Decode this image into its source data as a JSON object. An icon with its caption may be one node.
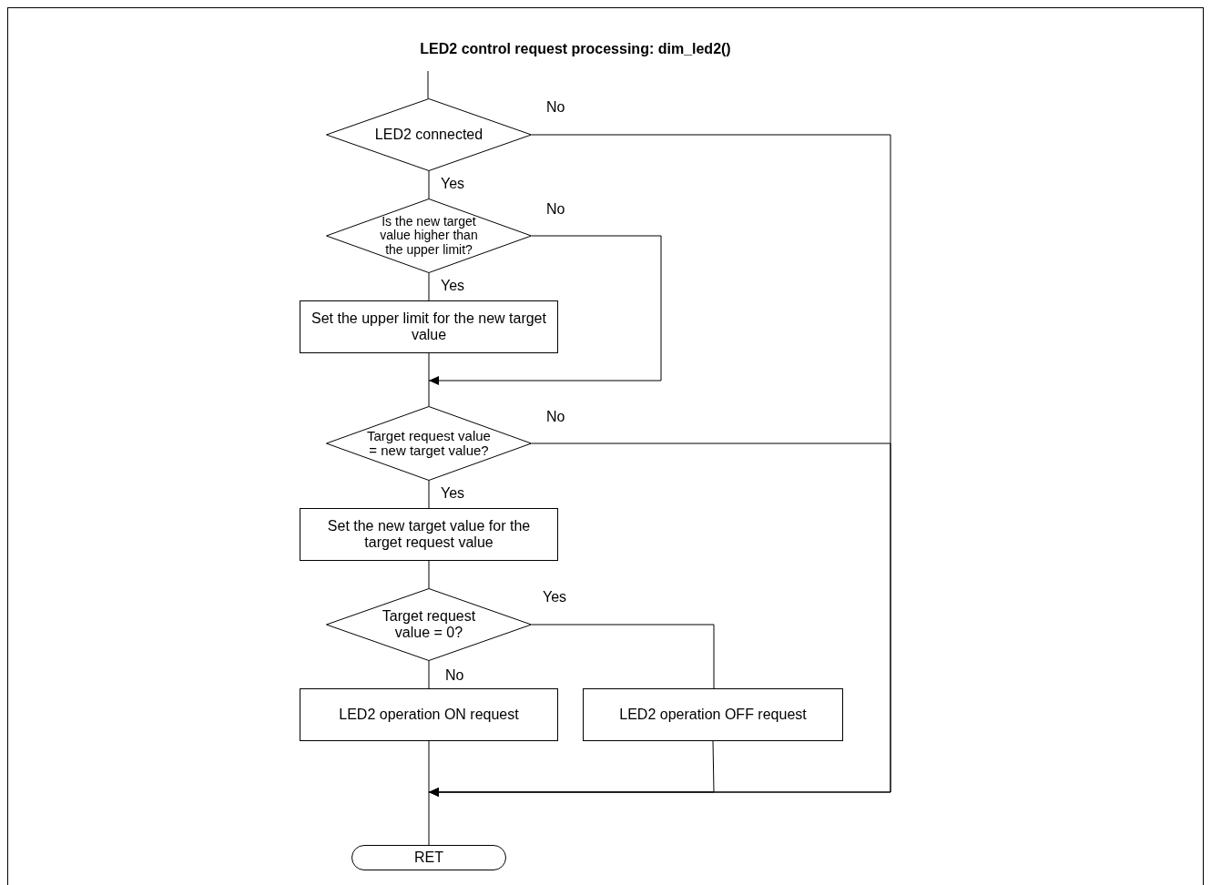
{
  "diagram": {
    "title": "LED2 control request processing: dim_led2()",
    "nodes": [
      {
        "text": [
          "LED2 connected"
        ]
      },
      {
        "text": [
          "Is the new target value higher than the upper limit?"
        ]
      },
      {
        "text": [
          "Set the upper limit for the new target value"
        ]
      },
      {
        "text": [
          "Target request value = new target value?"
        ]
      },
      {
        "text": [
          "Set the new target value for the target request value"
        ]
      },
      {
        "text": [
          "Target request value = 0?"
        ]
      },
      {
        "text": [
          "LED2 operation ON request"
        ]
      },
      {
        "text": [
          "LED2 operation OFF request"
        ]
      },
      {
        "text": [
          "RET"
        ]
      }
    ],
    "edges": [
      {
        "from": null,
        "to": 0,
        "arrow": "none"
      },
      {
        "from": 0,
        "to": 1,
        "arrow": "none",
        "label": "Yes"
      },
      {
        "from": 0,
        "to": 8,
        "arrow": "to",
        "label": "No"
      },
      {
        "from": 1,
        "to": 2,
        "arrow": "none",
        "label": "Yes"
      },
      {
        "from": 1,
        "to": 3,
        "arrow": "to",
        "label": "No"
      },
      {
        "from": 2,
        "to": 3,
        "arrow": "none"
      },
      {
        "from": 3,
        "to": 4,
        "arrow": "none",
        "label": "Yes"
      },
      {
        "from": 3,
        "to": 8,
        "arrow": "to",
        "label": "No"
      },
      {
        "from": 4,
        "to": 5,
        "arrow": "none"
      },
      {
        "from": 5,
        "to": 6,
        "arrow": "none",
        "label": "No"
      },
      {
        "from": 5,
        "to": 7,
        "arrow": "none",
        "label": "Yes"
      },
      {
        "from": 6,
        "to": 8,
        "arrow": "none"
      },
      {
        "from": 7,
        "to": 8,
        "arrow": "to"
      }
    ]
  }
}
